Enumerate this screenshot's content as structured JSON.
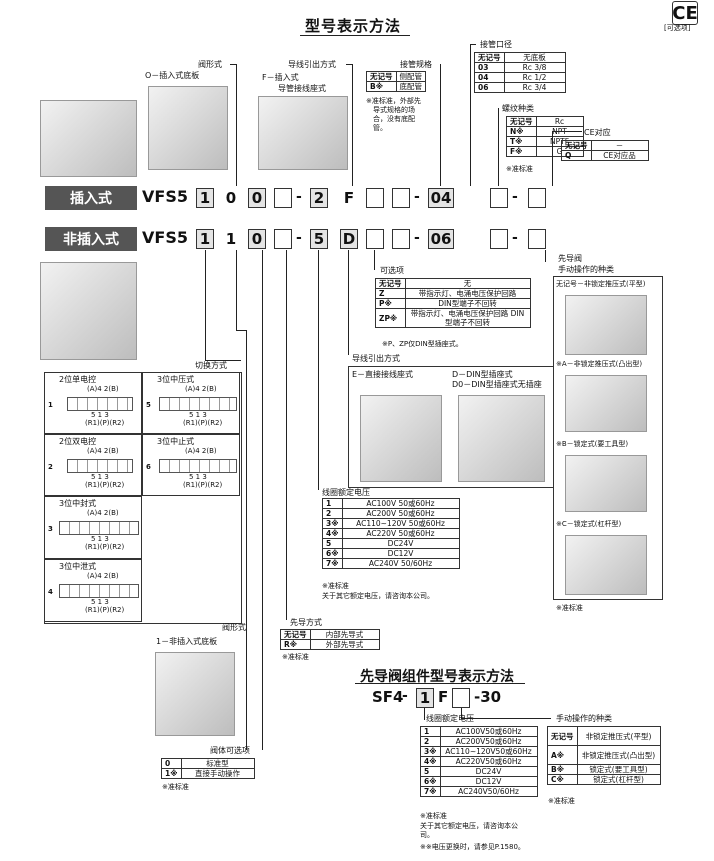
{
  "title": "型号表示方法",
  "ce_mark": "CE",
  "ce_note": "[可选项]",
  "row_labels": {
    "plugin": "插入式",
    "nonplugin": "非插入式"
  },
  "row1": {
    "prefix": "VFS5",
    "boxes": [
      "1",
      "0",
      "0",
      "",
      "2",
      "F",
      "",
      "",
      "04",
      "",
      ""
    ]
  },
  "row2": {
    "prefix": "VFS5",
    "boxes": [
      "1",
      "1",
      "0",
      "",
      "5",
      "D",
      "",
      "",
      "06",
      "",
      ""
    ]
  },
  "dash": "-",
  "valve_type_label": "阀形式",
  "valve_type_o": "O－插入式底板",
  "lead_label": "导线引出方式",
  "lead_f": [
    "F－插入式",
    "导管接线座式"
  ],
  "piping_spec": {
    "label": "接管规格",
    "rows": [
      [
        "无记号",
        "侧配管"
      ],
      [
        "B※",
        "底配管"
      ]
    ],
    "note": [
      "※准标准，外部先",
      "导式规格的场",
      "合，没有底配",
      "管。"
    ]
  },
  "port": {
    "label": "接管口径",
    "rows": [
      [
        "无记号",
        "无底板"
      ],
      [
        "03",
        "Rc 3/8"
      ],
      [
        "04",
        "Rc 1/2"
      ],
      [
        "06",
        "Rc 3/4"
      ]
    ]
  },
  "thread": {
    "label": "螺纹种类",
    "rows": [
      [
        "无记号",
        "Rc"
      ],
      [
        "N※",
        "NPT"
      ],
      [
        "T※",
        "NPTF"
      ],
      [
        "F※",
        "G"
      ]
    ],
    "note": "※准标准"
  },
  "ce_option": {
    "label": "CE对应",
    "rows": [
      [
        "无记号",
        "－"
      ],
      [
        "Q",
        "CE对应品"
      ]
    ]
  },
  "option": {
    "label": "可选项",
    "rows": [
      [
        "无记号",
        "无"
      ],
      [
        "Z",
        "带指示灯、电涌电压保护回路"
      ],
      [
        "P※",
        "DIN型端子不回转"
      ],
      [
        "ZP※",
        "带指示灯、电涌电压保护回路 DIN型端子不回转"
      ]
    ],
    "note": "※P、ZP仅DIN型插座式。"
  },
  "lead2": {
    "label": "导线引出方式",
    "e": "E－直接接线座式",
    "d": [
      "D－DIN型插座式",
      "D0－DIN型插座式无插座"
    ]
  },
  "voltage": {
    "label": "线圈额定电压",
    "rows": [
      [
        "1",
        "AC100V 50或60Hz"
      ],
      [
        "2",
        "AC200V 50或60Hz"
      ],
      [
        "3※",
        "AC110~120V 50或60Hz"
      ],
      [
        "4※",
        "AC220V 50或60Hz"
      ],
      [
        "5",
        "DC24V"
      ],
      [
        "6※",
        "DC12V"
      ],
      [
        "7※",
        "AC240V 50/60Hz"
      ]
    ],
    "note": [
      "※准标准",
      "关于其它额定电压，请咨询本公司。"
    ]
  },
  "pilot": {
    "label": "先导方式",
    "rows": [
      [
        "无记号",
        "内部先导式"
      ],
      [
        "R※",
        "外部先导式"
      ]
    ],
    "note": "※准标准"
  },
  "switch": {
    "label": "切换方式",
    "items": [
      {
        "no": "1",
        "name": "2位单电控"
      },
      {
        "no": "2",
        "name": "2位双电控"
      },
      {
        "no": "3",
        "name": "3位中封式"
      },
      {
        "no": "4",
        "name": "3位中泄式"
      },
      {
        "no": "5",
        "name": "3位中压式"
      },
      {
        "no": "6",
        "name": "3位中止式"
      }
    ],
    "port_top": "(A)4  2(B)",
    "port_bottom": "5 1 3",
    "port_bottom2": "(R1)(P)(R2)"
  },
  "valve_type2": {
    "label": "阀形式",
    "item": "1－非插入式底板"
  },
  "body_option": {
    "label": "阀体可选项",
    "rows": [
      [
        "0",
        "标准型"
      ],
      [
        "1※",
        "直接手动操作"
      ]
    ],
    "note": "※准标准"
  },
  "manual": {
    "label_a": "先导阀",
    "label_b": "手动操作的种类",
    "items": [
      "无记号－非锁定推压式(平型)",
      "※A－非锁定推压式(凸出型)",
      "※B－锁定式(要工具型)",
      "※C－锁定式(杠杆型)"
    ],
    "note": "※准标准"
  },
  "sub_title": "先导阀组件型号表示方法",
  "sub_model": {
    "prefix": "SF4",
    "box1": "1",
    "mid": "F",
    "suffix": "-30"
  },
  "sub_voltage": {
    "label": "线圈额定电压",
    "rows": [
      [
        "1",
        "AC100V50或60Hz"
      ],
      [
        "2",
        "AC200V50或60Hz"
      ],
      [
        "3※",
        "AC110~120V50或60Hz"
      ],
      [
        "4※",
        "AC220V50或60Hz"
      ],
      [
        "5",
        "DC24V"
      ],
      [
        "6※",
        "DC12V"
      ],
      [
        "7※",
        "AC240V50/60Hz"
      ]
    ],
    "note": [
      "※准标准",
      "关于其它额定电压，请咨询本公",
      "司。",
      "※※电压更换时，请参见P.1580。"
    ]
  },
  "sub_manual": {
    "label": "手动操作的种类",
    "rows": [
      [
        "无记号",
        "非锁定推压式(平型)"
      ],
      [
        "A※",
        "非锁定推压式(凸出型)"
      ],
      [
        "B※",
        "锁定式(要工具型)"
      ],
      [
        "C※",
        "锁定式(杠杆型)"
      ]
    ],
    "note": "※准标准"
  }
}
